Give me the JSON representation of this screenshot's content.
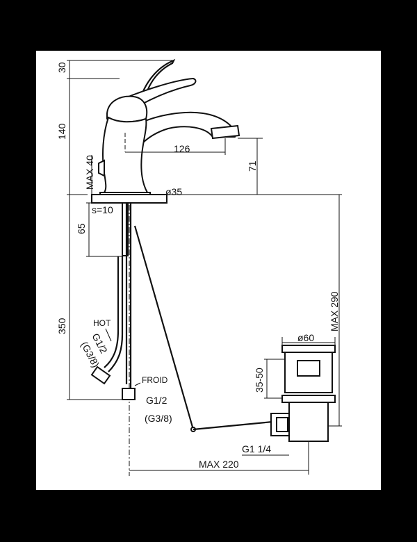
{
  "colors": {
    "frame": "#000000",
    "paper": "#ffffff",
    "ink": "#111111"
  },
  "dimensions": {
    "d30": "30",
    "d140": "140",
    "max40": "MAX 40",
    "d126": "126",
    "d71": "71",
    "dia35": "ø35",
    "s10": "s=10",
    "d65": "65",
    "d350": "350",
    "max290": "MAX 290",
    "dia60": "ø60",
    "d3550": "35-50",
    "g1_2a": "G1/2",
    "g3_8a": "(G3/8)",
    "g1_2b": "G1/2",
    "g3_8b": "(G3/8)",
    "g114": "G1  1/4",
    "max220": "MAX 220"
  },
  "labels": {
    "hot": "HOT",
    "froid": "FROID"
  }
}
